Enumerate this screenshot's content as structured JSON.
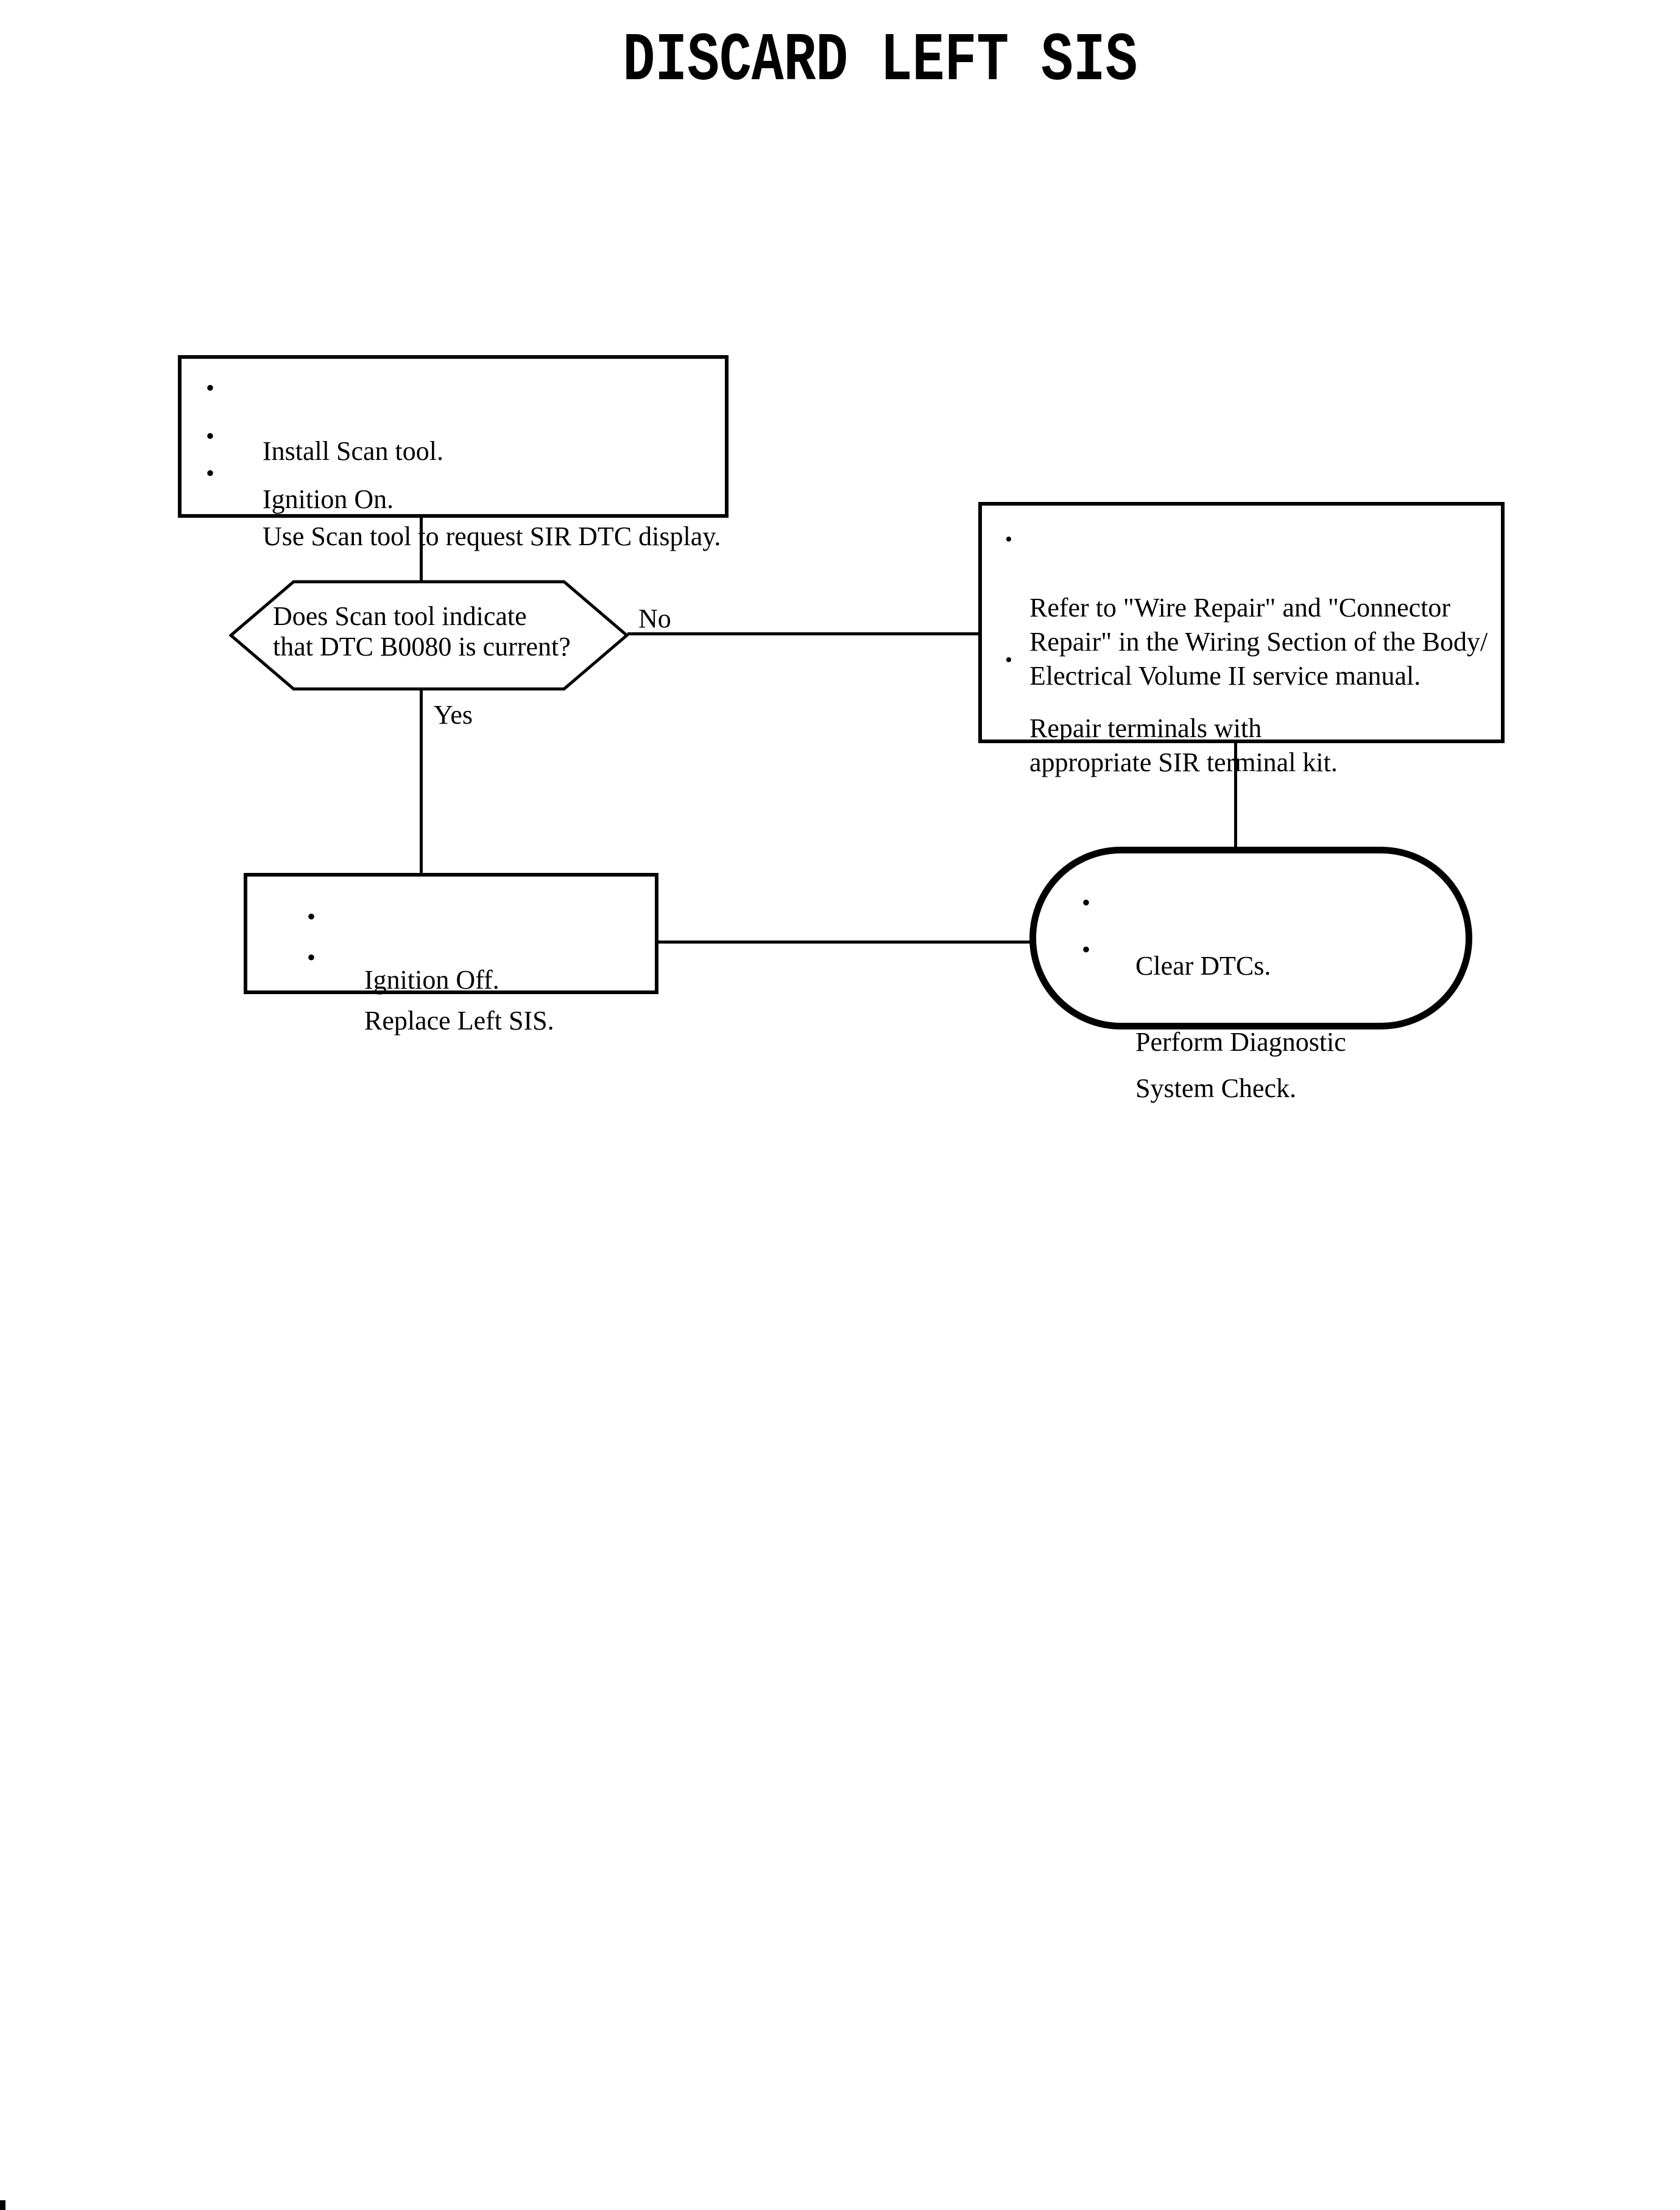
{
  "title": "DISCARD LEFT SIS",
  "flowchart": {
    "bullet": "•",
    "start_box": {
      "items": [
        "Install Scan tool.",
        "Ignition On.",
        "Use Scan tool to request SIR DTC display."
      ]
    },
    "decision": {
      "text": "Does Scan tool indicate\nthat DTC B0080 is current?"
    },
    "branch_labels": {
      "no": "No",
      "yes": "Yes"
    },
    "no_box": {
      "items": [
        "Refer to \"Wire Repair\" and \"Connector\nRepair\" in the Wiring Section of the Body/\nElectrical Volume II service manual.",
        "Repair terminals with\nappropriate SIR terminal kit."
      ]
    },
    "yes_box": {
      "items": [
        "Ignition Off.",
        "Replace Left SIS."
      ]
    },
    "end_node": {
      "items": [
        "Clear DTCs.",
        "Perform Diagnostic\nSystem Check."
      ]
    }
  },
  "colors": {
    "ink": "#000000",
    "paper": "#ffffff"
  }
}
